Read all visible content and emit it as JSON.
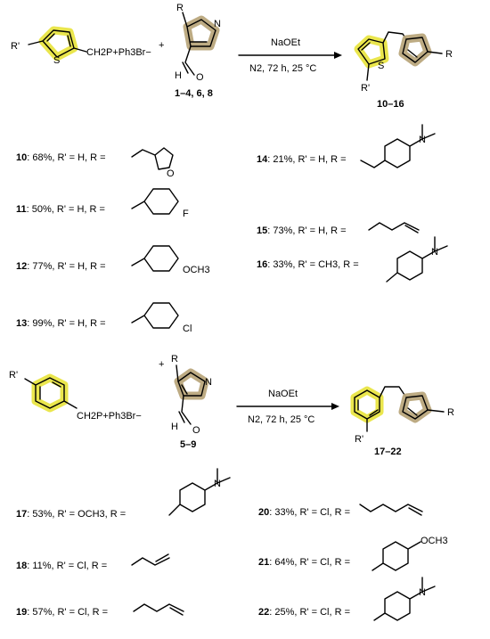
{
  "scheme1": {
    "reagent_left": {
      "substituent": "R'",
      "group": "CH2P+Ph3Br−",
      "ring_atom": "S"
    },
    "plus": "+",
    "triazole": {
      "r": "R",
      "n": "N",
      "aldehyde_h": "H",
      "aldehyde_o": "O",
      "label": "1–4, 6, 8"
    },
    "arrow_top": "NaOEt",
    "arrow_bottom": "N2, 72 h, 25 °C",
    "product": {
      "s": "S",
      "r": "R",
      "r_prime": "R'",
      "label": "10–16"
    }
  },
  "entries1": [
    {
      "id": "10",
      "text": ": 68%, R' = H, R =",
      "rgroup": "2-furylmethyl",
      "atom": "O"
    },
    {
      "id": "11",
      "text": ": 50%, R' = H, R =",
      "rgroup": "3-fluorobenzyl",
      "atom": "F"
    },
    {
      "id": "12",
      "text": ": 77%, R' = H, R =",
      "rgroup": "3-methoxybenzyl",
      "atom": "OCH3"
    },
    {
      "id": "13",
      "text": ": 99%, R' = H, R =",
      "rgroup": "3-chlorobenzyl",
      "atom": "Cl"
    },
    {
      "id": "14",
      "text": ": 21%, R' = H, R =",
      "rgroup": "4-dimethylaminobenzyl",
      "atom": "N"
    },
    {
      "id": "15",
      "text": ": 73%, R' = H, R =",
      "rgroup": "pent-4-enyl",
      "atom": ""
    },
    {
      "id": "16",
      "text": ": 33%, R' = CH3, R =",
      "rgroup": "4-dimethylaminobenzyl",
      "atom": "N"
    }
  ],
  "scheme2": {
    "reagent_left": {
      "substituent": "R'",
      "group": "CH2P+Ph3Br−"
    },
    "plus": "+",
    "triazole": {
      "r": "R",
      "n": "N",
      "aldehyde_h": "H",
      "aldehyde_o": "O",
      "label": "5–9"
    },
    "arrow_top": "NaOEt",
    "arrow_bottom": "N2, 72 h, 25 °C",
    "product": {
      "r": "R",
      "r_prime": "R'",
      "label": "17–22"
    }
  },
  "entries2": [
    {
      "id": "17",
      "text": ": 53%, R' = OCH3, R =",
      "rgroup": "4-dimethylaminobenzyl",
      "atom": "N"
    },
    {
      "id": "18",
      "text": ": 11%, R' = Cl, R =",
      "rgroup": "but-3-enyl",
      "atom": ""
    },
    {
      "id": "19",
      "text": ": 57%, R' = Cl, R =",
      "rgroup": "pent-4-enyl",
      "atom": ""
    },
    {
      "id": "20",
      "text": ": 33%, R' = Cl, R =",
      "rgroup": "hex-5-enyl",
      "atom": ""
    },
    {
      "id": "21",
      "text": ": 64%, R' = Cl, R =",
      "rgroup": "4-methoxybenzyl",
      "atom": "OCH3"
    },
    {
      "id": "22",
      "text": ": 25%, R' = Cl, R =",
      "rgroup": "4-dimethylaminobenzyl",
      "atom": "N"
    }
  ],
  "colors": {
    "highlight_yellow": "#e8e33a",
    "highlight_tan": "#b9a77c",
    "ink": "#000000"
  }
}
